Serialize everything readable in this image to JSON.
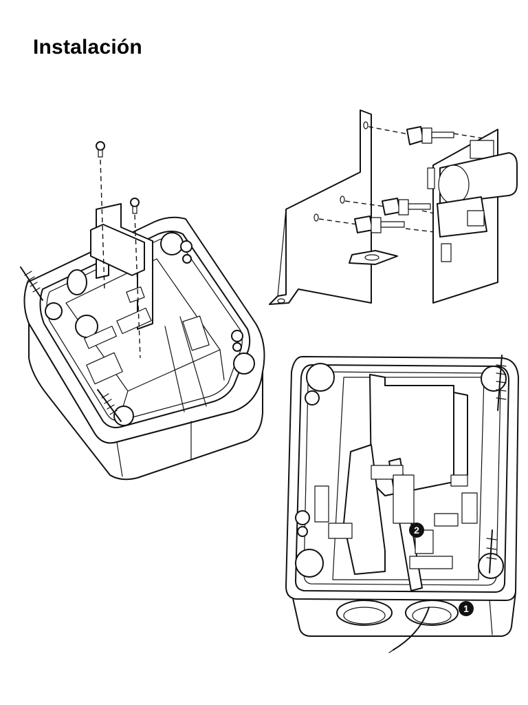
{
  "page": {
    "title": "Instalación"
  },
  "callouts": [
    {
      "label": "1"
    },
    {
      "label": "2"
    }
  ]
}
